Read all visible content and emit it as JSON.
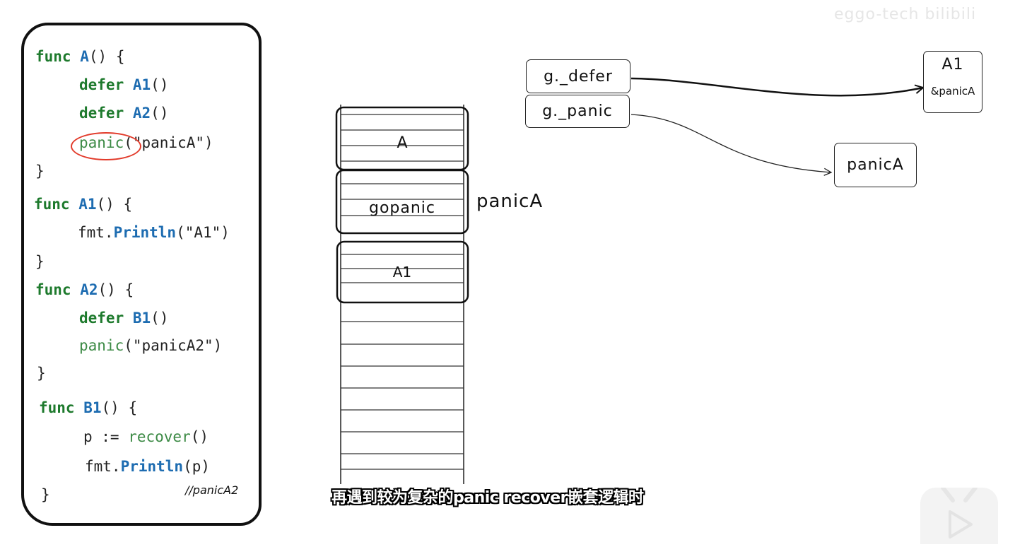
{
  "watermark": "eggo-tech bilibili",
  "code": {
    "line1": {
      "kw": "func",
      "fn": "A",
      "rest": "() {"
    },
    "line2": {
      "kw": "defer",
      "fn": "A1",
      "rest": "()"
    },
    "line3": {
      "kw": "defer",
      "fn": "A2",
      "rest": "()"
    },
    "line4": {
      "bi": "panic",
      "rest": "(\"panicA\")"
    },
    "line5": "}",
    "line6": {
      "kw": "func",
      "fn": "A1",
      "rest": "() {"
    },
    "line7": {
      "pre": "fmt.",
      "fn": "Println",
      "rest": "(\"A1\")"
    },
    "line8": "}",
    "line9": {
      "kw": "func",
      "fn": "A2",
      "rest": "() {"
    },
    "line10": {
      "kw": "defer",
      "fn": "B1",
      "rest": "()"
    },
    "line11": {
      "bi": "panic",
      "rest": "(\"panicA2\")"
    },
    "line12": "}",
    "line13": {
      "kw": "func",
      "fn": "B1",
      "rest": "() {"
    },
    "line14": {
      "pre": "p := ",
      "bi": "recover",
      "rest": "()"
    },
    "line15": {
      "pre": "fmt.",
      "fn": "Println",
      "rest": "(p)"
    },
    "line16": "}",
    "note": "//panicA2"
  },
  "stack": {
    "frames": [
      "A",
      "gopanic",
      "A1"
    ],
    "side_label": "panicA"
  },
  "g": {
    "defer_label": "g._defer",
    "panic_label": "g._panic"
  },
  "defer_node": {
    "title": "A1",
    "sub": "&panicA"
  },
  "panic_node": {
    "label": "panicA"
  },
  "subtitle": "再遇到较为复杂的panic recover嵌套逻辑时"
}
